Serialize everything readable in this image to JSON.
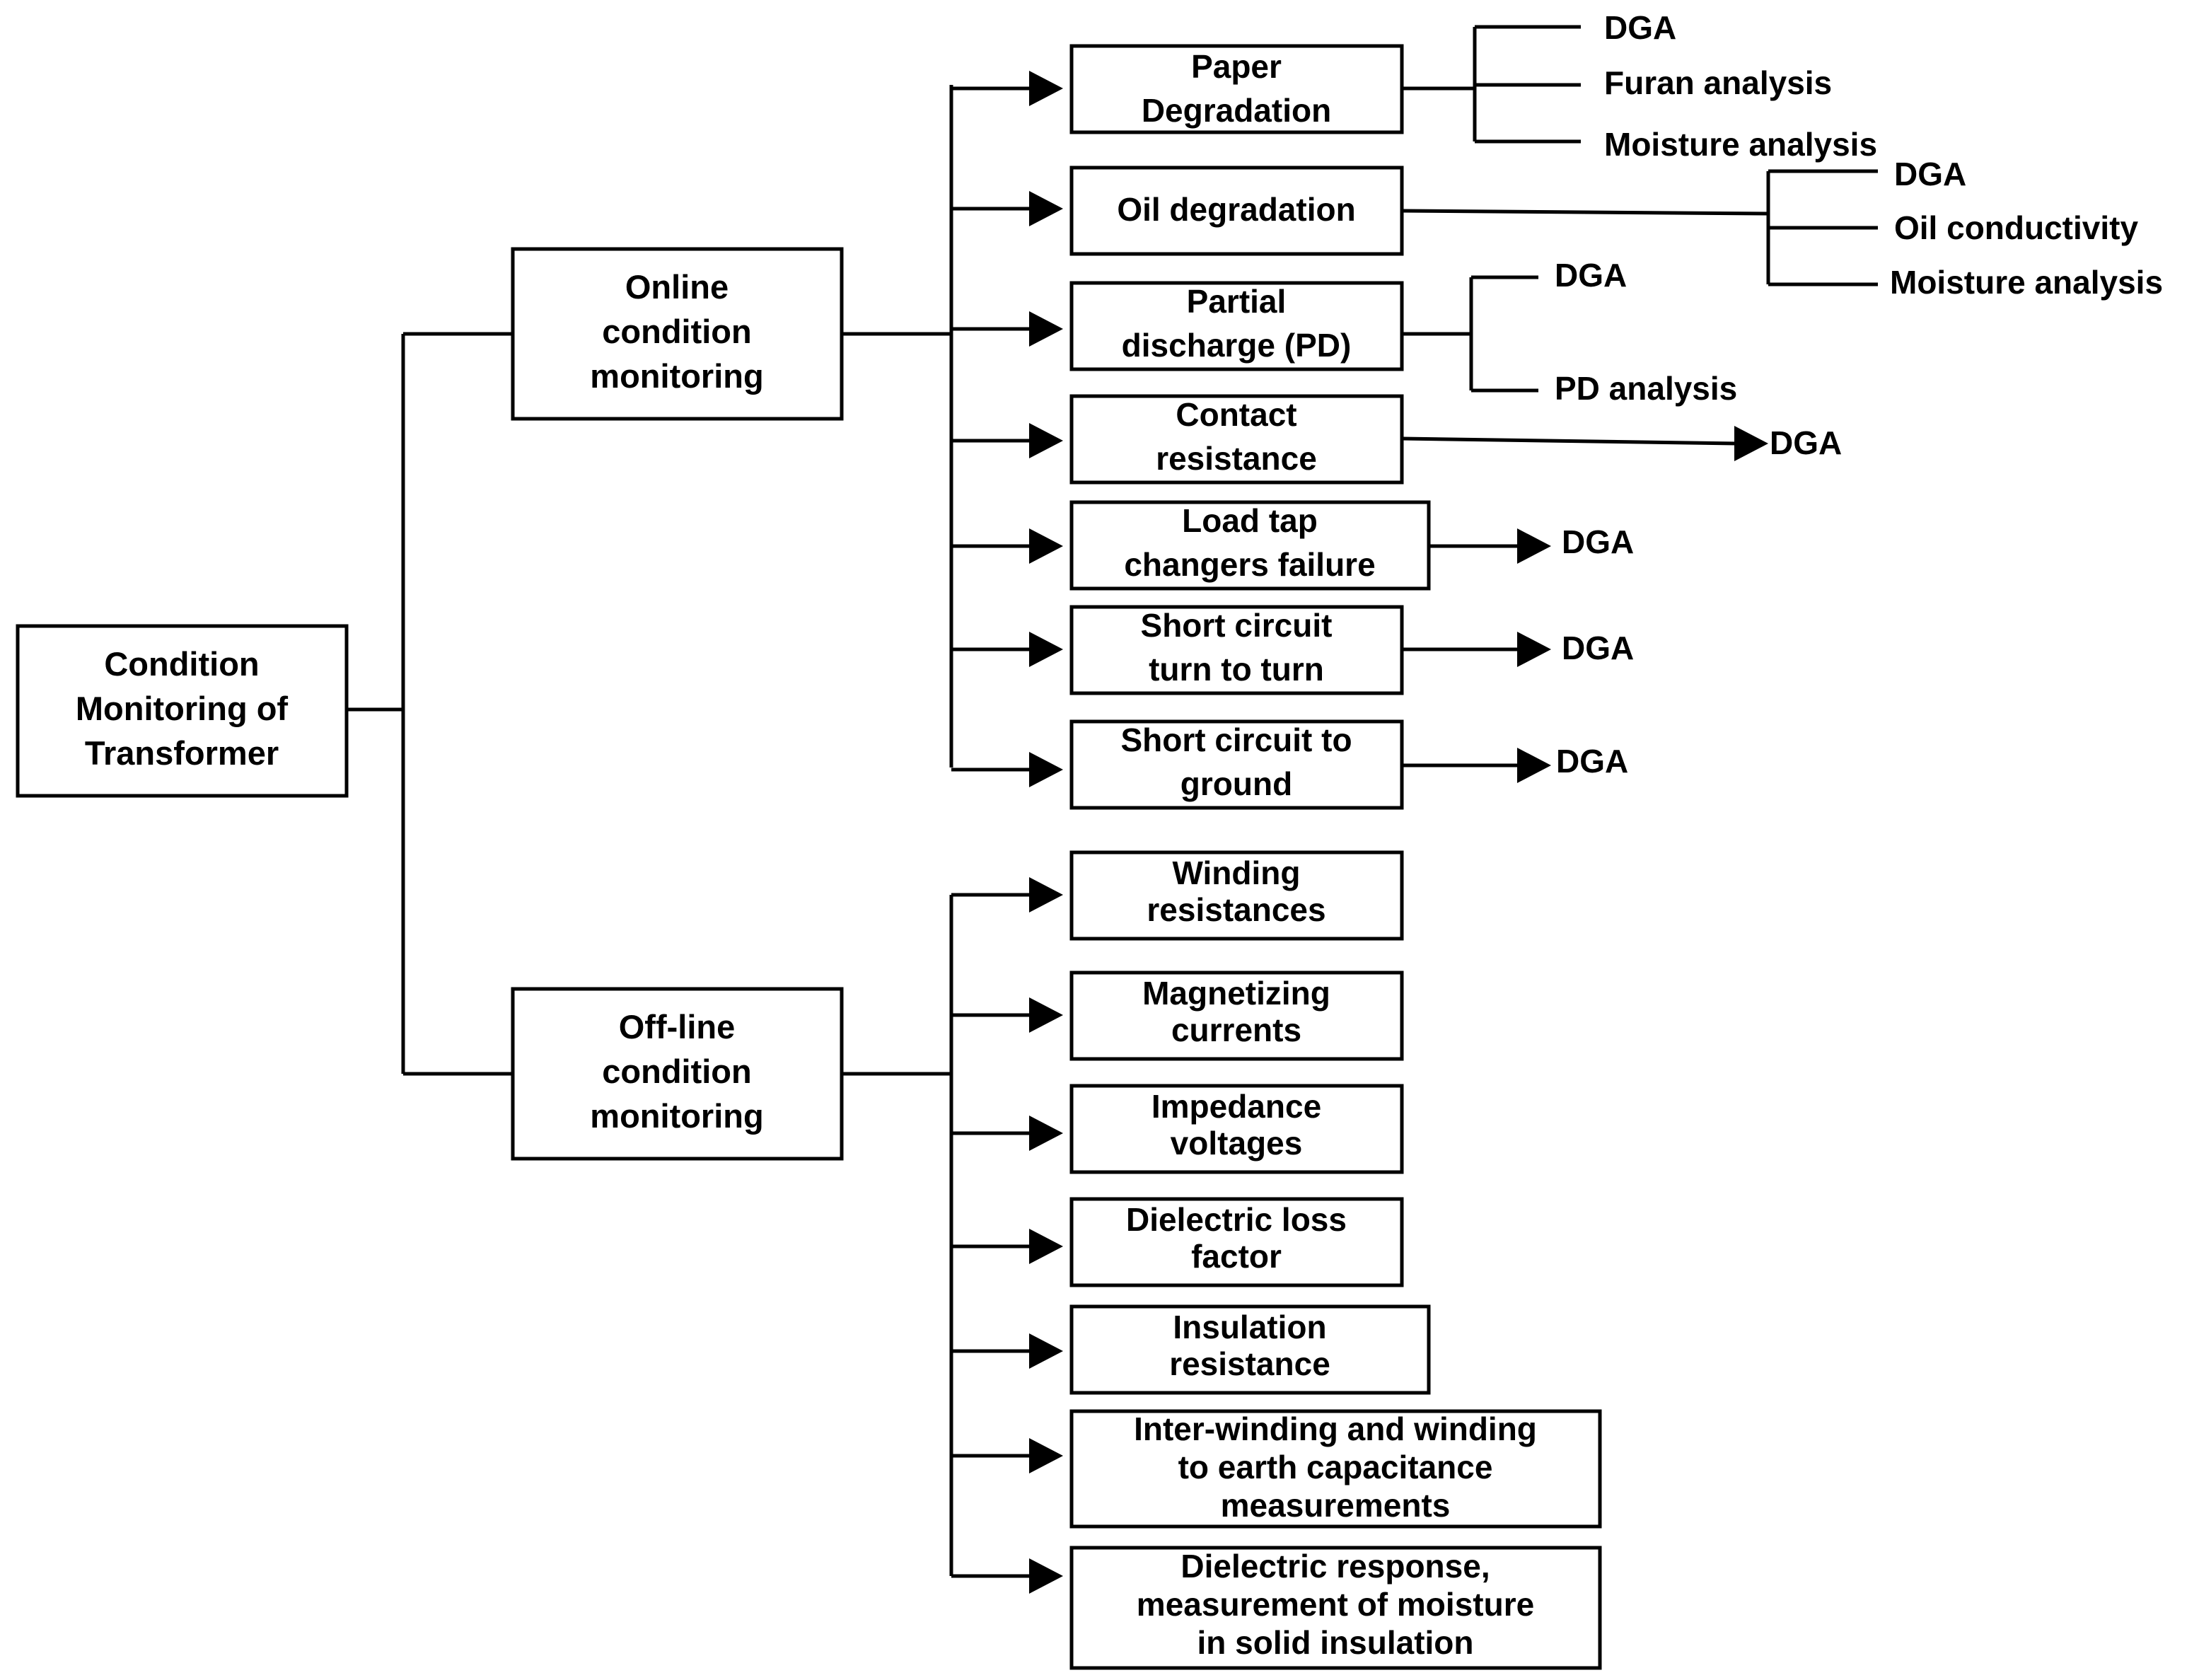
{
  "root": {
    "lines": [
      "Condition",
      "Monitoring of",
      "Transformer"
    ]
  },
  "online": {
    "lines": [
      "Online",
      "condition",
      "monitoring"
    ],
    "items": [
      {
        "lines": [
          "Paper",
          "Degradation"
        ],
        "outputs": [
          "DGA",
          "Furan analysis",
          "Moisture analysis"
        ]
      },
      {
        "lines": [
          "Oil degradation"
        ],
        "outputs": [
          "DGA",
          "Oil conductivity",
          "Moisture analysis"
        ]
      },
      {
        "lines": [
          "Partial",
          "discharge (PD)"
        ],
        "outputs": [
          "DGA",
          "PD analysis"
        ]
      },
      {
        "lines": [
          "Contact",
          "resistance"
        ],
        "outputs": [
          "DGA"
        ]
      },
      {
        "lines": [
          "Load tap",
          "changers failure"
        ],
        "outputs": [
          "DGA"
        ]
      },
      {
        "lines": [
          "Short circuit",
          "turn to turn"
        ],
        "outputs": [
          "DGA"
        ]
      },
      {
        "lines": [
          "Short circuit to",
          "ground"
        ],
        "outputs": [
          "DGA"
        ]
      }
    ]
  },
  "offline": {
    "lines": [
      "Off-line",
      "condition",
      "monitoring"
    ],
    "items": [
      {
        "lines": [
          "Winding",
          "resistances"
        ]
      },
      {
        "lines": [
          "Magnetizing",
          "currents"
        ]
      },
      {
        "lines": [
          "Impedance",
          "voltages"
        ]
      },
      {
        "lines": [
          "Dielectric loss",
          "factor"
        ]
      },
      {
        "lines": [
          "Insulation",
          "resistance"
        ]
      },
      {
        "lines": [
          "Inter-winding and winding",
          "to earth capacitance",
          "measurements"
        ]
      },
      {
        "lines": [
          "Dielectric response,",
          "measurement of moisture",
          "in solid insulation"
        ]
      }
    ]
  }
}
